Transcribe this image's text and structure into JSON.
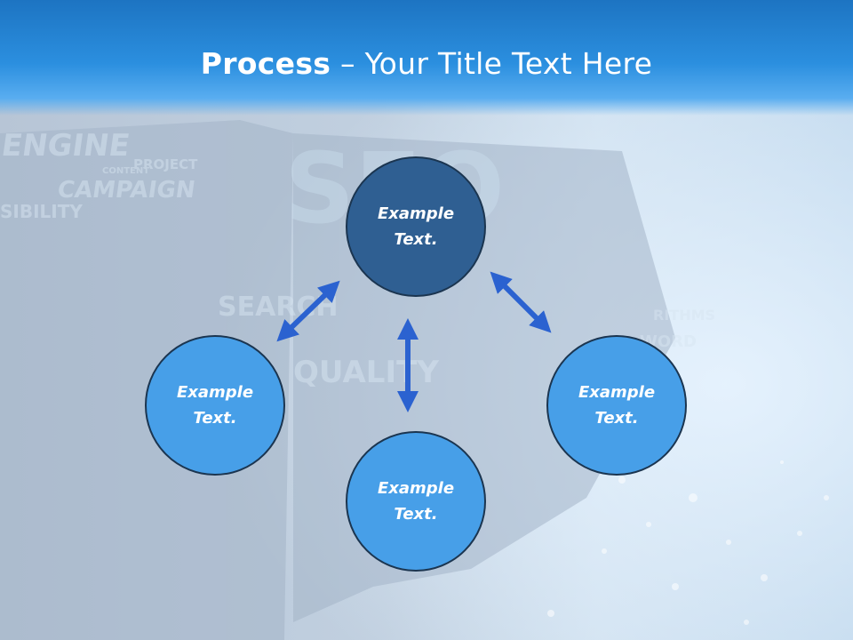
{
  "slide": {
    "title_bold": "Process",
    "title_rest": " – Your Title Text Here"
  },
  "nodes": {
    "top": {
      "line1": "Example",
      "line2": "Text."
    },
    "left": {
      "line1": "Example",
      "line2": "Text."
    },
    "right": {
      "line1": "Example",
      "line2": "Text."
    },
    "bottom": {
      "line1": "Example",
      "line2": "Text."
    }
  },
  "colors": {
    "header": "#2b8fdf",
    "node_top": "#2f5f92",
    "node_other": "#479fe8",
    "node_border": "#1b3550",
    "arrow": "#2b62d0"
  }
}
